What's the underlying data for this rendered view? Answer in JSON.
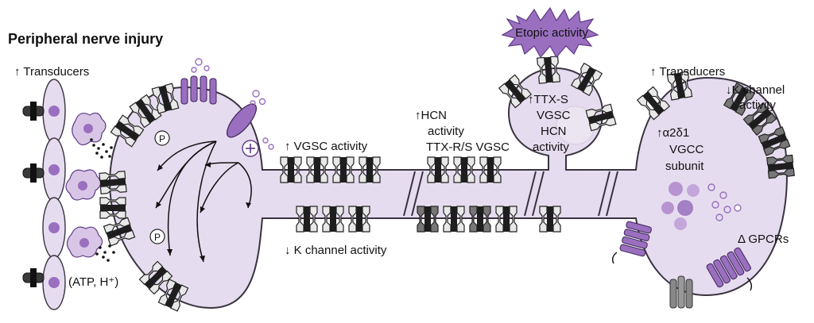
{
  "title": "Peripheral nerve injury",
  "labels": {
    "transducers_left": "↑ Transducers",
    "atp": "(ATP, H⁺)",
    "vgsc_activity": "↑ VGSC activity",
    "k_channel_activity": "↓ K channel activity",
    "hcn_1": "↑HCN",
    "hcn_2": "activity",
    "hcn_3": "TTX-R/S VGSC",
    "ectopic": "Etopic activity",
    "ttx_1": "↑TTX-S",
    "ttx_2": "VGSC",
    "ttx_3": "HCN",
    "ttx_4": "activity",
    "transducers_right": "↑ Transducers",
    "kch_right_1": "↓K channel",
    "kch_right_2": "activity",
    "a2d_1": "↑α2δ1",
    "a2d_2": "VGCC",
    "a2d_3": "subunit",
    "gpcr": "Δ GPCRs",
    "p1": "P",
    "p2": "P"
  },
  "colors": {
    "membrane_fill": "#e6dcef",
    "membrane_stroke": "#3a3340",
    "purple": "#9a6fbf",
    "dark_purple": "#5e3a86",
    "channel_dark": "#1e1e1e",
    "channel_grey": "#8a8a8a"
  },
  "icons": [
    "channel-icon",
    "transducer-icon",
    "receptor-icon",
    "phosphate-icon",
    "vesicle-icon",
    "immune-cell-icon"
  ]
}
